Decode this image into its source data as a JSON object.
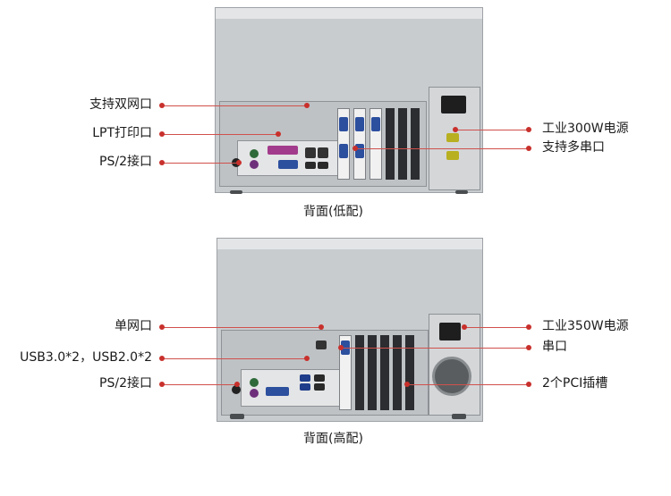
{
  "top": {
    "labels_left": [
      "支持双网口",
      "LPT打印口",
      "PS/2接口"
    ],
    "labels_right": [
      "工业300W电源",
      "支持多串口"
    ],
    "caption": "背面(低配)"
  },
  "bottom": {
    "labels_left": [
      "单网口",
      "USB3.0*2，USB2.0*2",
      "PS/2接口"
    ],
    "labels_right": [
      "工业350W电源",
      "串口",
      "2个PCI插槽"
    ],
    "caption": "背面(高配)"
  },
  "colors": {
    "pointer": "#c8302c",
    "case": "#c9cccf"
  }
}
